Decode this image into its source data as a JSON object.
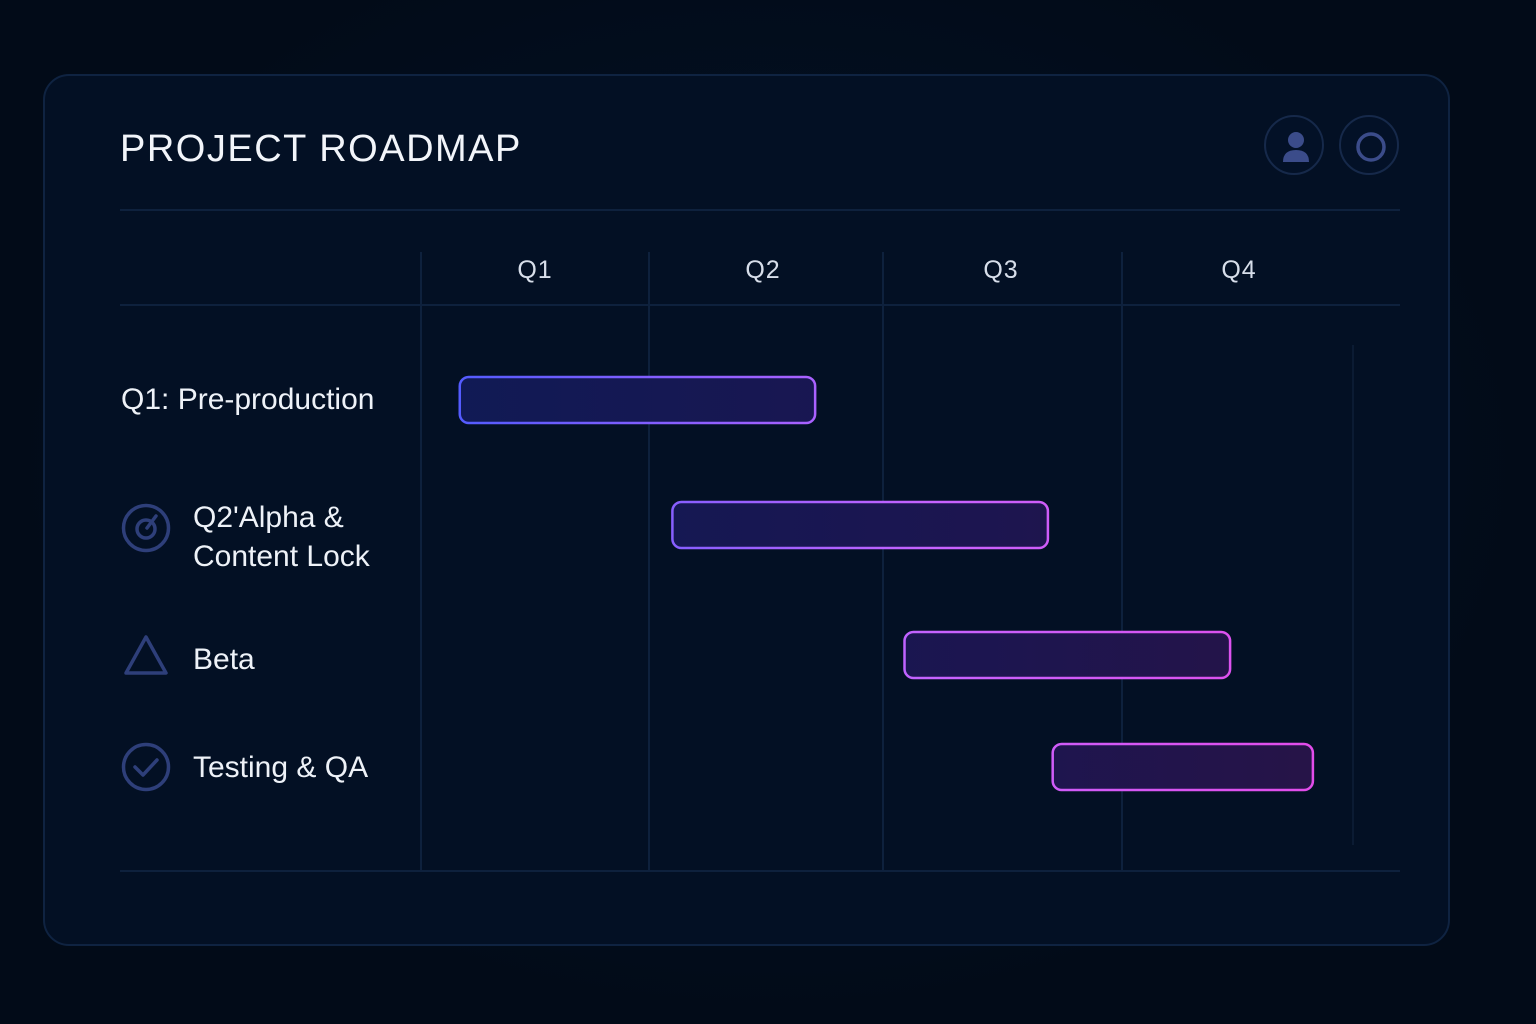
{
  "header": {
    "title": "PROJECT ROADMAP",
    "user_icon": "user-icon",
    "circle_icon": "circle-icon"
  },
  "chart_data": {
    "type": "gantt",
    "categories": [
      "Q1",
      "Q2",
      "Q3",
      "Q4"
    ],
    "tasks": [
      {
        "label_lines": [
          "Q1: Pre-production"
        ],
        "icon": null,
        "start": 0.17,
        "end": 1.71
      },
      {
        "label_lines": [
          "Q2'Alpha &",
          "Content Lock"
        ],
        "icon": "target-icon",
        "start": 1.1,
        "end": 2.69
      },
      {
        "label_lines": [
          "Beta"
        ],
        "icon": "triangle-icon",
        "start": 2.09,
        "end": 3.47
      },
      {
        "label_lines": [
          "Testing & QA"
        ],
        "icon": "check-circle-icon",
        "start": 2.71,
        "end": 3.83
      }
    ],
    "bar_gradient": [
      "#4f5bff",
      "#c763ff",
      "#e44be9"
    ]
  }
}
